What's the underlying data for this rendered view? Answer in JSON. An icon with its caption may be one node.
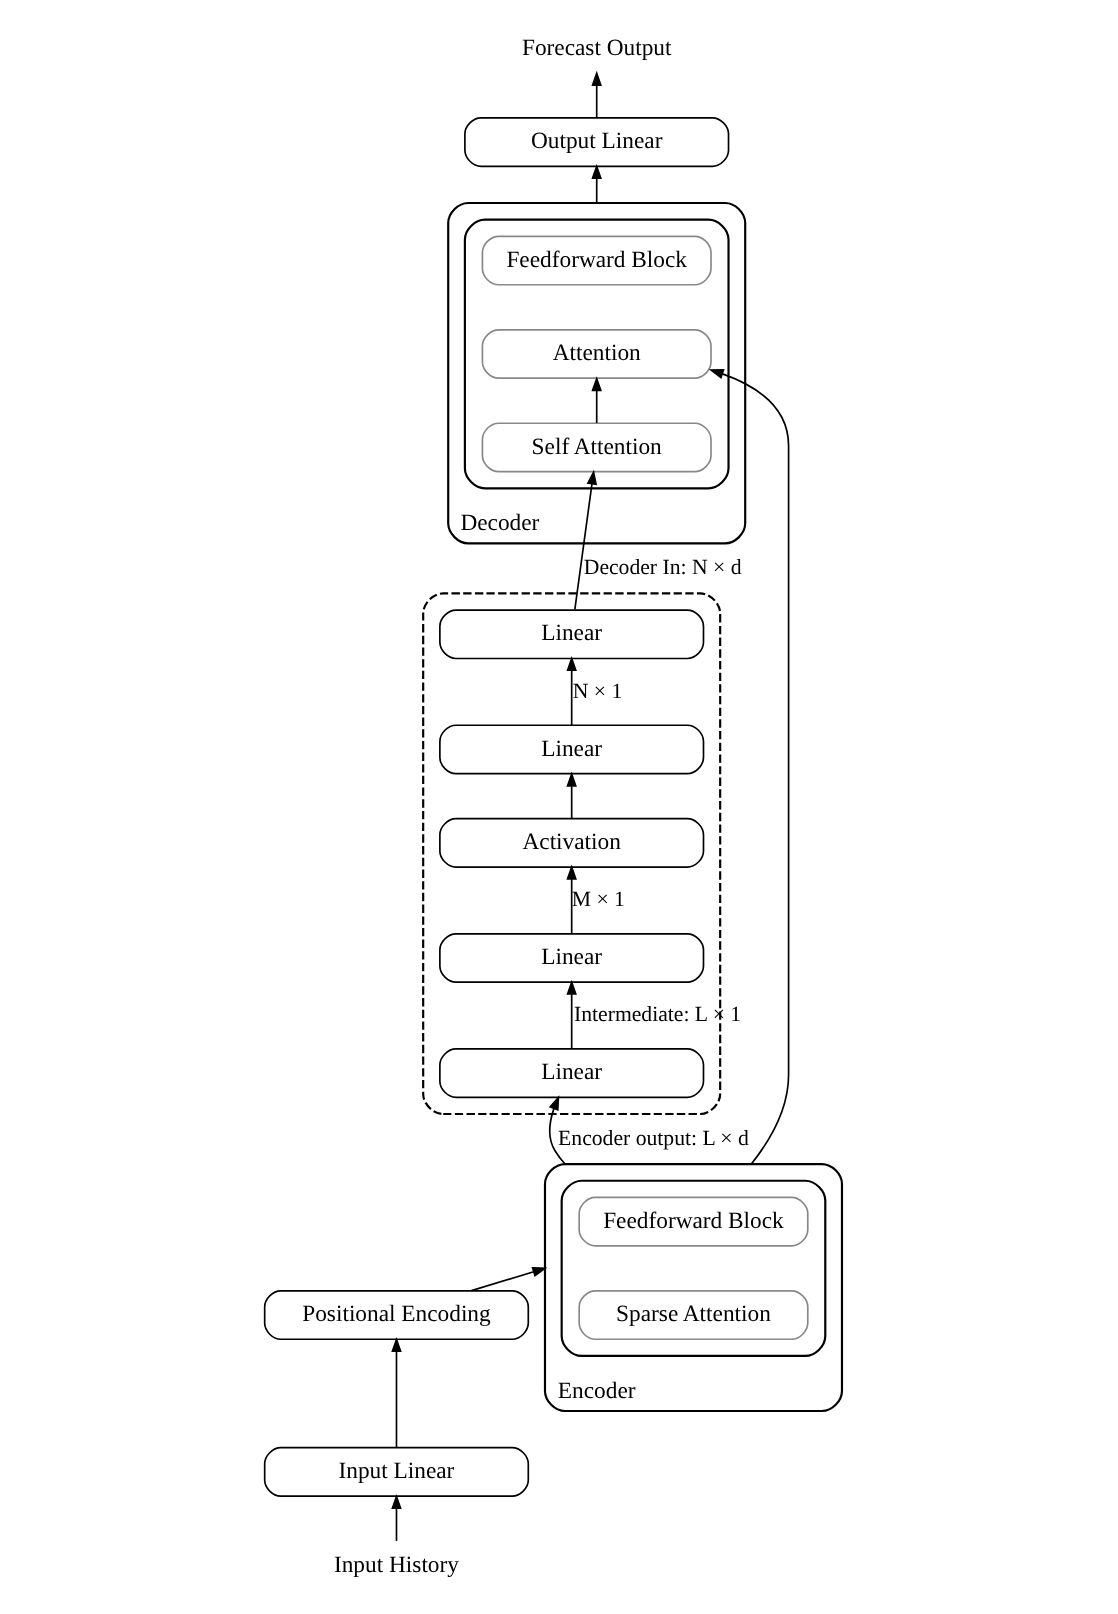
{
  "diagram": {
    "nodes": [
      {
        "text": [
          "Input History"
        ]
      },
      {
        "text": [
          "Input Linear"
        ]
      },
      {
        "text": [
          "Positional Encoding"
        ]
      },
      {
        "text": [
          "Encoder"
        ]
      },
      {
        "text": [],
        "shape": "box",
        "in": 3
      },
      {
        "text": [
          "Feedforward Block"
        ],
        "in": 4
      },
      {
        "text": [
          "Sparse Attention"
        ],
        "in": 4
      },
      {
        "text": [],
        "shape": "box"
      },
      {
        "text": [
          "Linear"
        ],
        "in": 7
      },
      {
        "text": [
          "Linear"
        ],
        "in": 7
      },
      {
        "text": [
          "Activation"
        ],
        "in": 7
      },
      {
        "text": [
          "Linear"
        ],
        "in": 7
      },
      {
        "text": [
          "Linear"
        ],
        "in": 7
      },
      {
        "text": [
          "Decoder"
        ]
      },
      {
        "text": [],
        "shape": "box",
        "in": 13
      },
      {
        "text": [
          "Feedforward Block"
        ],
        "in": 14
      },
      {
        "text": [
          "Attention"
        ],
        "in": 14
      },
      {
        "text": [
          "Self Attention"
        ],
        "in": 14
      },
      {
        "text": [
          "Output Linear"
        ]
      },
      {
        "text": [
          "Forecast Output"
        ]
      }
    ],
    "edges": [
      {
        "from": 0,
        "to": 1,
        "arrow": "to"
      },
      {
        "from": 1,
        "to": 2,
        "arrow": "to"
      },
      {
        "from": 2,
        "to": 3,
        "arrow": "to"
      },
      {
        "from": 3,
        "to": 16,
        "arrow": "to"
      },
      {
        "from": 3,
        "to": 8,
        "arrow": "to",
        "label": "Encoder output: L × d"
      },
      {
        "from": 8,
        "to": 9,
        "arrow": "to",
        "label": "Intermediate: L × 1"
      },
      {
        "from": 9,
        "to": 10,
        "arrow": "to",
        "label": "M × 1"
      },
      {
        "from": 10,
        "to": 11,
        "arrow": "to"
      },
      {
        "from": 11,
        "to": 12,
        "arrow": "to",
        "label": "N × 1"
      },
      {
        "from": 12,
        "to": 17,
        "arrow": "to",
        "label": "Decoder In: N × d"
      },
      {
        "from": 17,
        "to": 16,
        "arrow": "to"
      },
      {
        "from": 13,
        "to": 18,
        "arrow": "to"
      },
      {
        "from": 18,
        "to": 19,
        "arrow": "to"
      }
    ]
  }
}
